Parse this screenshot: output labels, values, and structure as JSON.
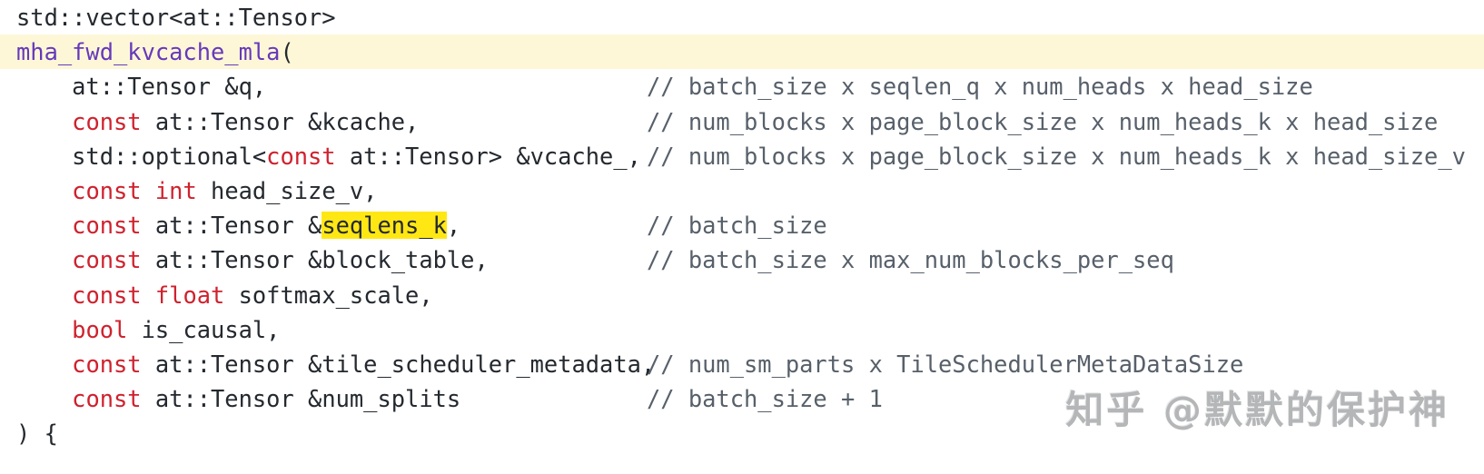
{
  "colors": {
    "plain": "#24292f",
    "keyword": "#cf222e",
    "function": "#6639ba",
    "comment": "#57606a",
    "line_highlight": "#fdf7d8",
    "match_highlight": "#ffe713",
    "watermark": "#b4b6b8",
    "background": "#ffffff"
  },
  "code": {
    "language": "cpp",
    "lines": [
      {
        "highlight": false,
        "segments": [
          {
            "t": "std::vector<at::Tensor>",
            "c": "plain"
          }
        ],
        "comment": ""
      },
      {
        "highlight": true,
        "segments": [
          {
            "t": "mha_fwd_kvcache_mla",
            "c": "function"
          },
          {
            "t": "(",
            "c": "plain"
          }
        ],
        "comment": ""
      },
      {
        "highlight": false,
        "segments": [
          {
            "t": "    at::Tensor &q,",
            "c": "plain"
          }
        ],
        "comment": "// batch_size x seqlen_q x num_heads x head_size"
      },
      {
        "highlight": false,
        "segments": [
          {
            "t": "    ",
            "c": "plain"
          },
          {
            "t": "const",
            "c": "keyword"
          },
          {
            "t": " at::Tensor &kcache,",
            "c": "plain"
          }
        ],
        "comment": "// num_blocks x page_block_size x num_heads_k x head_size"
      },
      {
        "highlight": false,
        "segments": [
          {
            "t": "    std::optional<",
            "c": "plain"
          },
          {
            "t": "const",
            "c": "keyword"
          },
          {
            "t": " at::Tensor> &vcache_,",
            "c": "plain"
          }
        ],
        "comment": "// num_blocks x page_block_size x num_heads_k x head_size_v"
      },
      {
        "highlight": false,
        "segments": [
          {
            "t": "    ",
            "c": "plain"
          },
          {
            "t": "const",
            "c": "keyword"
          },
          {
            "t": " ",
            "c": "plain"
          },
          {
            "t": "int",
            "c": "keyword"
          },
          {
            "t": " head_size_v,",
            "c": "plain"
          }
        ],
        "comment": ""
      },
      {
        "highlight": false,
        "segments": [
          {
            "t": "    ",
            "c": "plain"
          },
          {
            "t": "const",
            "c": "keyword"
          },
          {
            "t": " at::Tensor &",
            "c": "plain"
          },
          {
            "t": "seqlens_k",
            "c": "match"
          },
          {
            "t": ",",
            "c": "plain"
          }
        ],
        "comment": "// batch_size"
      },
      {
        "highlight": false,
        "segments": [
          {
            "t": "    ",
            "c": "plain"
          },
          {
            "t": "const",
            "c": "keyword"
          },
          {
            "t": " at::Tensor &block_table,",
            "c": "plain"
          }
        ],
        "comment": "// batch_size x max_num_blocks_per_seq"
      },
      {
        "highlight": false,
        "segments": [
          {
            "t": "    ",
            "c": "plain"
          },
          {
            "t": "const",
            "c": "keyword"
          },
          {
            "t": " ",
            "c": "plain"
          },
          {
            "t": "float",
            "c": "keyword"
          },
          {
            "t": " softmax_scale,",
            "c": "plain"
          }
        ],
        "comment": ""
      },
      {
        "highlight": false,
        "segments": [
          {
            "t": "    ",
            "c": "plain"
          },
          {
            "t": "bool",
            "c": "keyword"
          },
          {
            "t": " is_causal,",
            "c": "plain"
          }
        ],
        "comment": ""
      },
      {
        "highlight": false,
        "segments": [
          {
            "t": "    ",
            "c": "plain"
          },
          {
            "t": "const",
            "c": "keyword"
          },
          {
            "t": " at::Tensor &tile_scheduler_metadata,",
            "c": "plain"
          }
        ],
        "comment": "// num_sm_parts x TileSchedulerMetaDataSize"
      },
      {
        "highlight": false,
        "segments": [
          {
            "t": "    ",
            "c": "plain"
          },
          {
            "t": "const",
            "c": "keyword"
          },
          {
            "t": " at::Tensor &num_splits",
            "c": "plain"
          }
        ],
        "comment": "// batch_size + 1"
      },
      {
        "highlight": false,
        "segments": [
          {
            "t": ") {",
            "c": "plain"
          }
        ],
        "comment": ""
      }
    ]
  },
  "watermark": {
    "text": "知乎 @默默的保护神"
  }
}
